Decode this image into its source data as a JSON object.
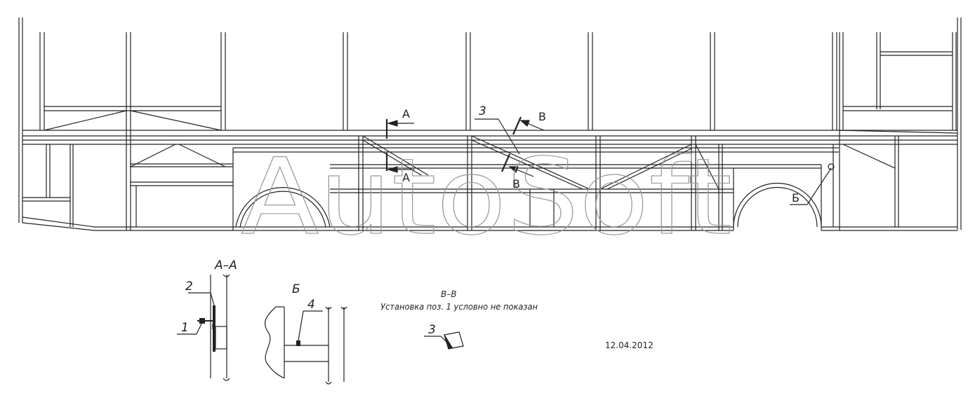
{
  "drawing": {
    "watermark": "AutoSoft",
    "date": "12.04.2012",
    "section_marks": {
      "a_top": "A",
      "a_bottom": "A",
      "v_top": "B",
      "v_bottom": "B",
      "b_callout": "Б",
      "pos3_callout": "3"
    },
    "details": {
      "aa": {
        "title": "А–А",
        "pos1": "1",
        "pos2": "2"
      },
      "b": {
        "title": "Б",
        "pos4": "4"
      },
      "vv": {
        "title": "В–В",
        "note": "Установка поз. 1 условно не показан",
        "pos3": "3"
      }
    }
  }
}
